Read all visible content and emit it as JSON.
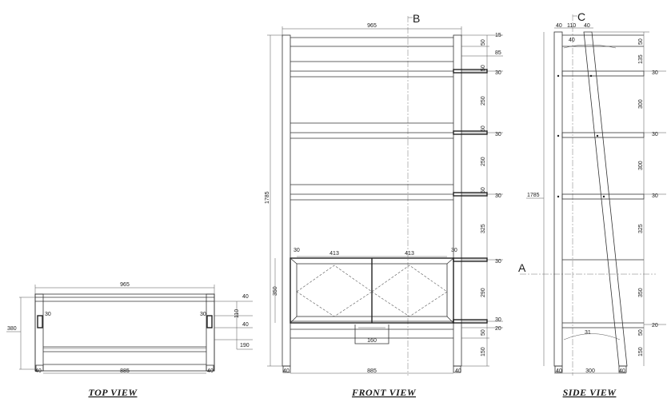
{
  "views": {
    "top": {
      "caption": "TOP VIEW",
      "dims": {
        "overall_width": "965",
        "inner_width": "885",
        "depth": "380",
        "leg_left": "40",
        "leg_right": "40",
        "inset_left": "30",
        "inset_right": "30",
        "right_a": "40",
        "right_b": "110",
        "right_c": "40",
        "right_d": "190"
      }
    },
    "front": {
      "caption": "FRONT VIEW",
      "section_label": "B",
      "dims": {
        "overall_width": "965",
        "height": "1785",
        "inner_width": "885",
        "leg_left": "40",
        "leg_right": "40",
        "drawer_inset_left": "30",
        "drawer_inset_right": "30",
        "drawer_left": "413",
        "drawer_right": "413",
        "drawer_height": "350",
        "handle": "160",
        "right_side": [
          {
            "label": "15"
          },
          {
            "label": "50"
          },
          {
            "label": "85"
          },
          {
            "label": "50"
          },
          {
            "label": "30"
          },
          {
            "label": "250"
          },
          {
            "label": "50"
          },
          {
            "label": "30"
          },
          {
            "label": "250"
          },
          {
            "label": "50"
          },
          {
            "label": "30"
          },
          {
            "label": "325"
          },
          {
            "label": "30"
          },
          {
            "label": "290"
          },
          {
            "label": "30"
          },
          {
            "label": "50"
          },
          {
            "label": "20"
          },
          {
            "label": "150"
          }
        ]
      }
    },
    "side": {
      "caption": "SIDE VIEW",
      "section_a": "A",
      "section_c": "C",
      "dims": {
        "top_left": "40",
        "top_mid": "110",
        "top_right": "40",
        "height": "1785",
        "bottom_left": "40",
        "bottom_mid": "300",
        "bottom_right": "40",
        "small_top": "40",
        "small_bottom": "31",
        "right_side": [
          {
            "label": "50"
          },
          {
            "label": "135"
          },
          {
            "label": "30"
          },
          {
            "label": "300"
          },
          {
            "label": "30"
          },
          {
            "label": "300"
          },
          {
            "label": "30"
          },
          {
            "label": "325"
          },
          {
            "label": "350"
          },
          {
            "label": "20"
          },
          {
            "label": "50"
          },
          {
            "label": "150"
          }
        ]
      }
    }
  }
}
